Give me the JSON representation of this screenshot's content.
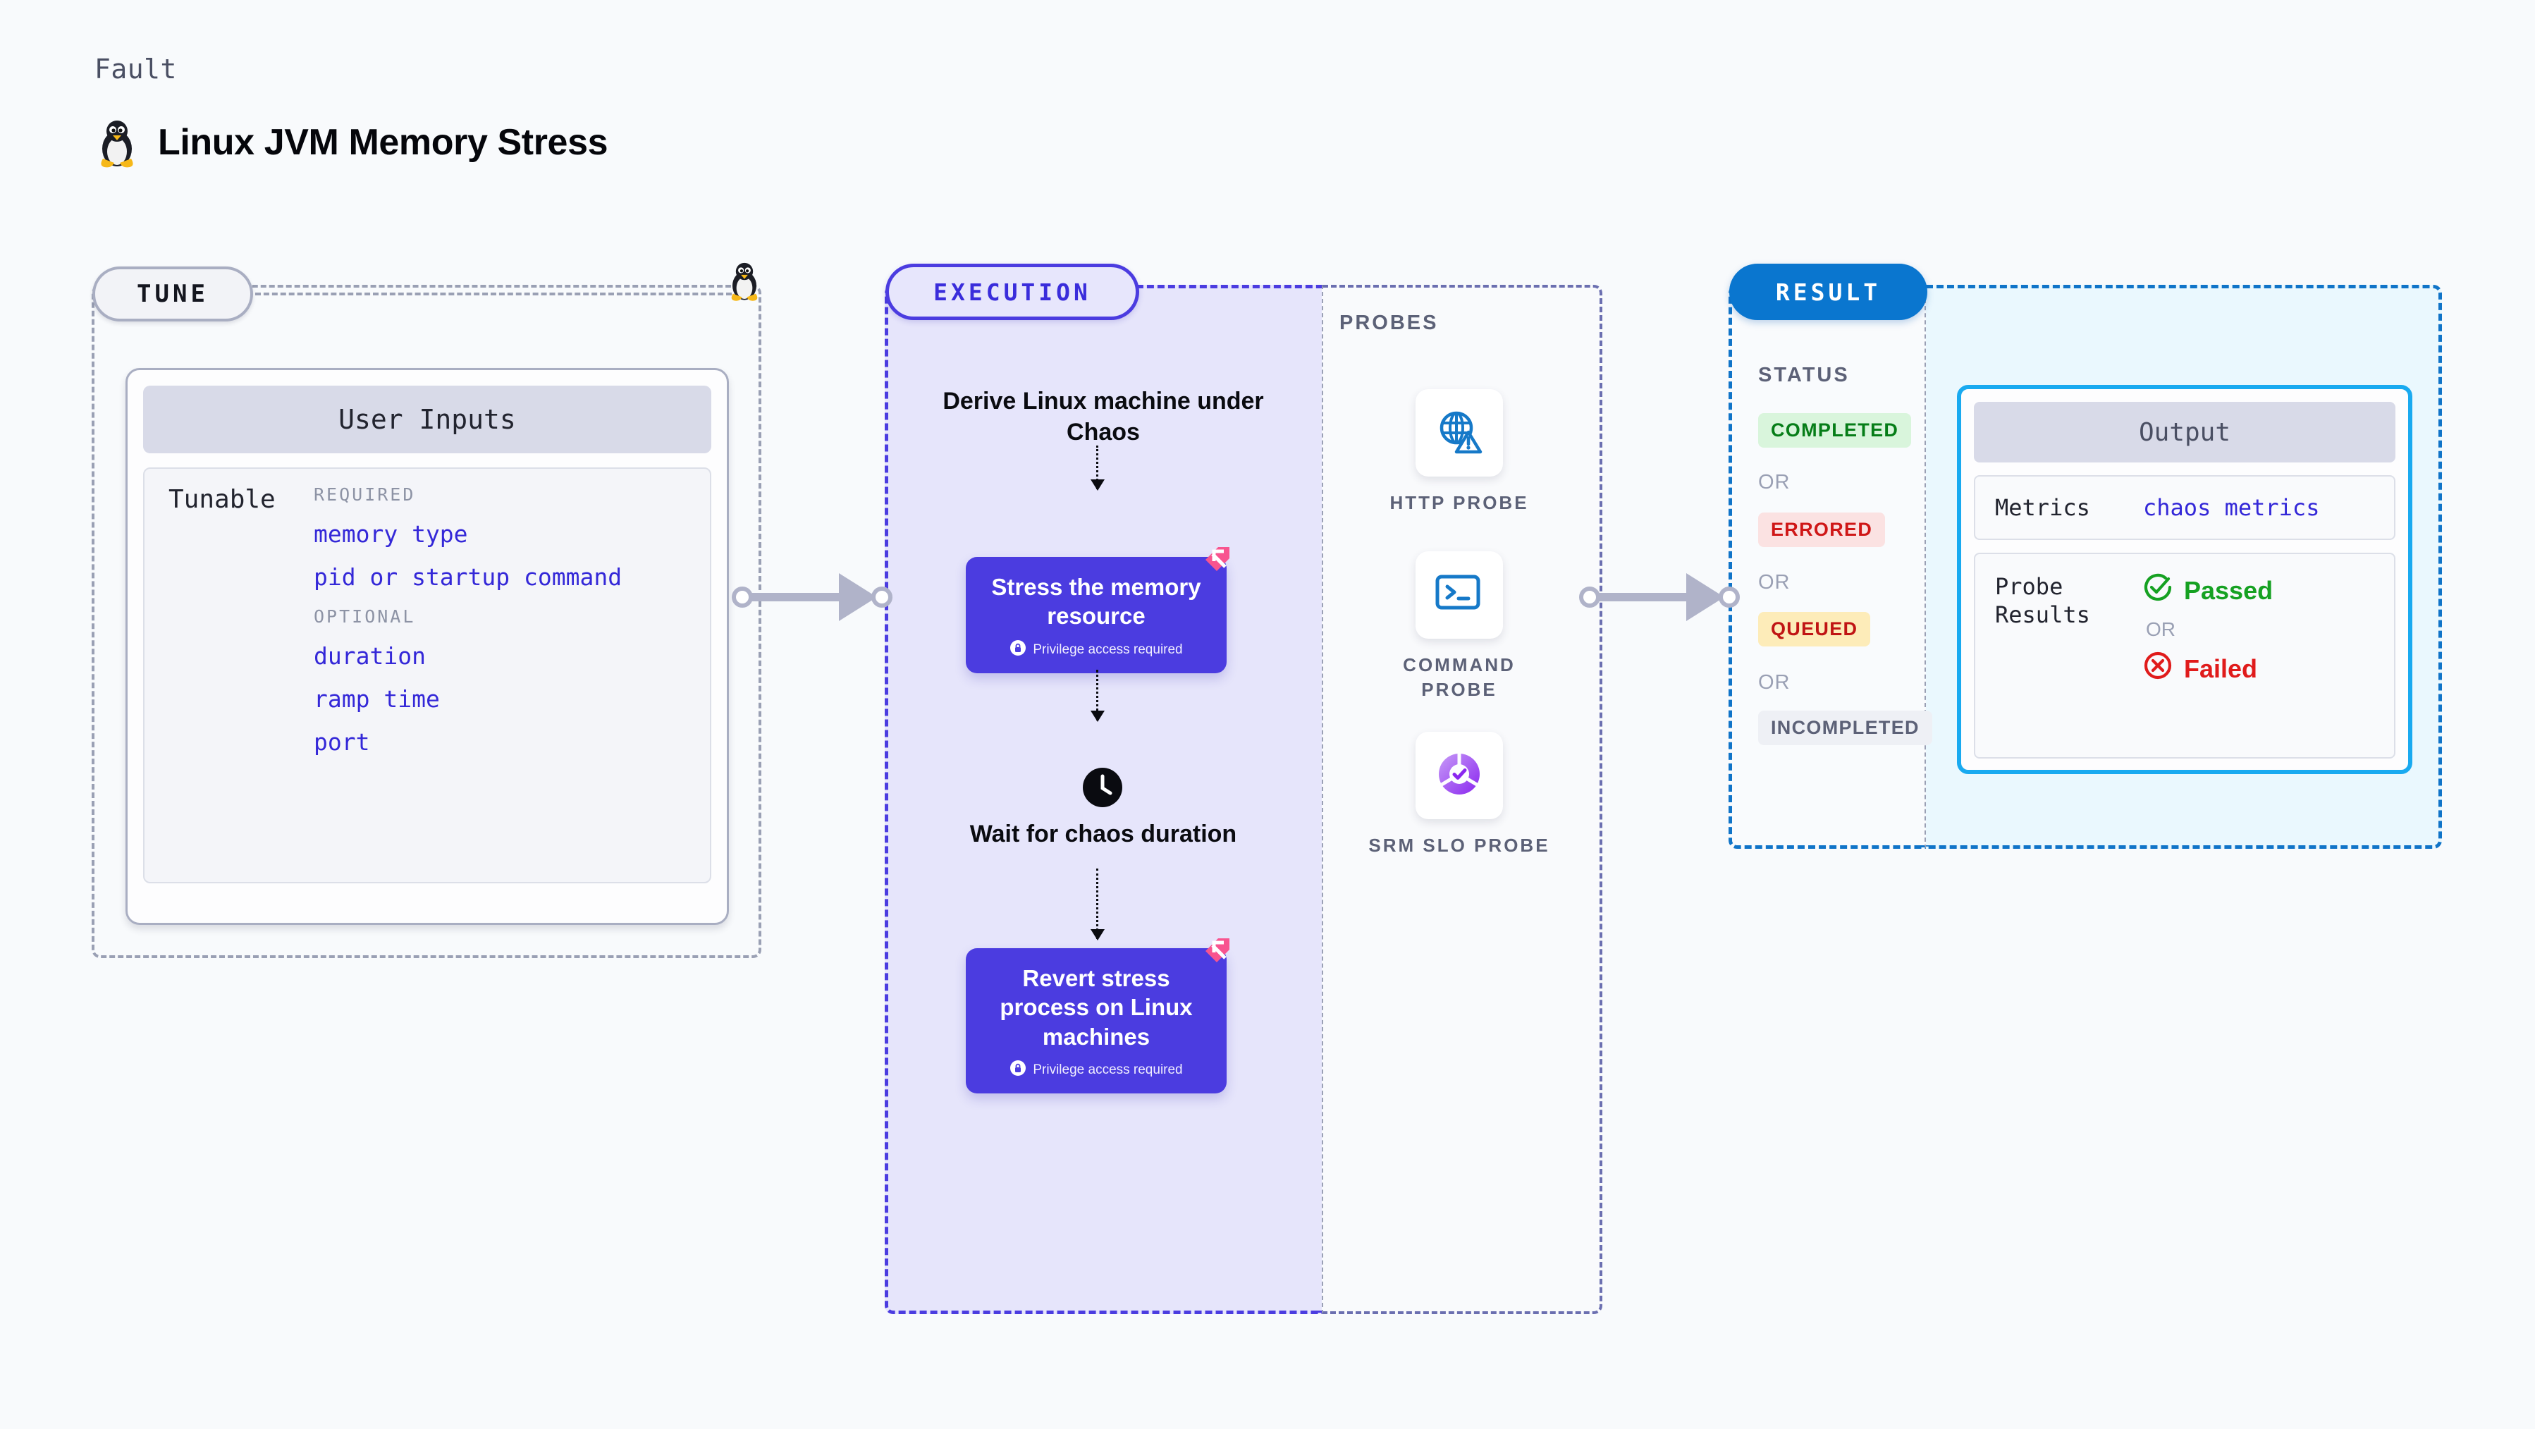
{
  "header": {
    "kicker": "Fault",
    "title": "Linux JVM Memory Stress",
    "icon": "linux-penguin-icon"
  },
  "stages": {
    "tune": {
      "pill_label": "TUNE"
    },
    "execution": {
      "pill_label": "EXECUTION"
    },
    "probes": {
      "title": "PROBES"
    },
    "result": {
      "pill_label": "RESULT"
    }
  },
  "tune": {
    "card_title": "User Inputs",
    "tunable_label": "Tunable",
    "groups": [
      {
        "heading": "REQUIRED",
        "items": [
          "memory type",
          "pid or startup command"
        ]
      },
      {
        "heading": "OPTIONAL",
        "items": [
          "duration",
          "ramp time",
          "port"
        ]
      }
    ]
  },
  "execution": {
    "step_1": "Derive Linux machine under Chaos",
    "card_1": {
      "title": "Stress the memory resource",
      "privilege": "Privilege access required"
    },
    "step_2": "Wait for chaos duration",
    "card_2": {
      "title": "Revert stress process on Linux machines",
      "privilege": "Privilege access required"
    },
    "clock_icon": "clock-icon",
    "badge_icon": "litmus-chaos-badge-icon",
    "lock_icon": "lock-icon"
  },
  "probes": [
    {
      "label": "HTTP PROBE",
      "icon": "globe-warning-icon"
    },
    {
      "label": "COMMAND PROBE",
      "icon": "terminal-prompt-icon"
    },
    {
      "label": "SRM SLO PROBE",
      "icon": "slo-donut-check-icon"
    }
  ],
  "result": {
    "status_title": "STATUS",
    "or_label": "OR",
    "statuses": [
      {
        "label": "COMPLETED",
        "bg": "#d9f5dc",
        "fg": "#067d18"
      },
      {
        "label": "ERRORED",
        "bg": "#fbe2e2",
        "fg": "#cf1717"
      },
      {
        "label": "QUEUED",
        "bg": "#fdecb9",
        "fg": "#c01414"
      },
      {
        "label": "INCOMPLETED",
        "bg": "#eef0f5",
        "fg": "#5c6177"
      }
    ]
  },
  "output": {
    "card_title": "Output",
    "metrics_key": "Metrics",
    "metrics_value": "chaos metrics",
    "probe_results_key": "Probe Results",
    "passed_label": "Passed",
    "failed_label": "Failed",
    "or_label": "OR",
    "passed_icon": "check-circle-icon",
    "failed_icon": "x-circle-icon"
  },
  "colors": {
    "page_bg": "#f8fafc",
    "execution_accent": "#4b3ce0",
    "result_accent": "#0a76cf",
    "output_accent": "#19aaf0",
    "tunable_link": "#3428d8",
    "badge_pink": "#f8548f"
  }
}
